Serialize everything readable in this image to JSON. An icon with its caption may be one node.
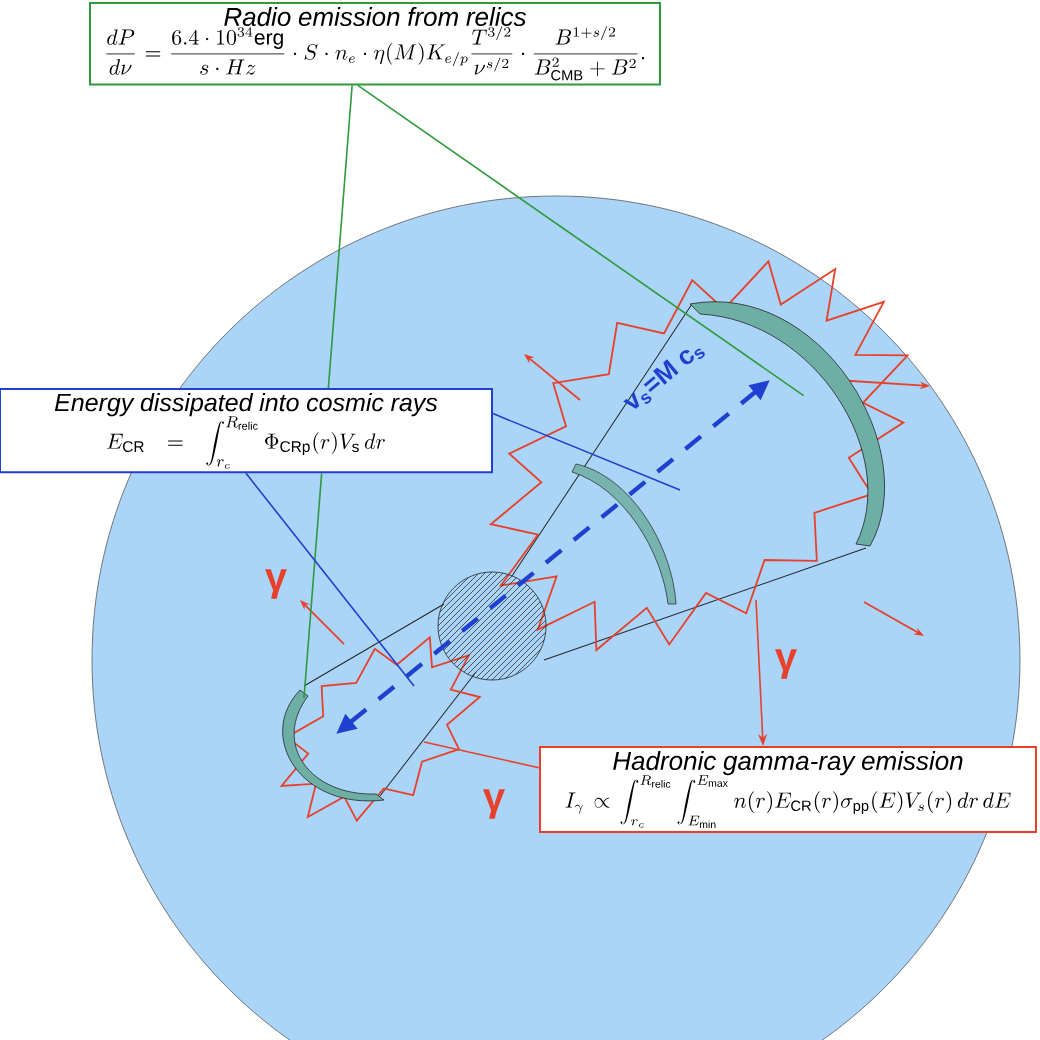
{
  "diagram": {
    "nodes": [
      {
        "text": [
          "Radio emission from relics",
          "\\frac{dP}{d\\nu}=\\frac{6.4\\cdot 10^{34}\\mathrm{erg}}{s\\cdot Hz}\\cdot S\\cdot n_e\\cdot\\eta(M)K_{e/p}\\frac{T^{3/2}}{\\nu^{s/2}}\\cdot\\frac{B^{1+s/2}}{B_{\\mathrm{CMB}}^2+B^2}."
        ]
      },
      {
        "text": [
          "Energy dissipated into cosmic rays",
          "E_{\\mathrm{CR}}=\\int_{r_c}^{R_{\\mathrm{relic}}}\\Phi_{\\mathrm{CRp}}(r)V_{\\mathrm{s}}\\,dr"
        ]
      },
      {
        "text": [
          "Hadronic gamma-ray emission",
          "I_\\gamma\\propto\\int_{r_c}^{R_{\\mathrm{relic}}}\\int_{E_{\\min}}^{E_{\\max}}n(r)E_{\\mathrm{CR}}(r)\\sigma_{\\mathrm{pp}}(E)V_s(r)\\,dr\\,dE"
        ]
      },
      {
        "text": [],
        "shape": "star"
      },
      {
        "text": [],
        "shape": "arc",
        "in": 3
      },
      {
        "text": [],
        "shape": "star"
      },
      {
        "text": [],
        "shape": "arc",
        "in": 5
      }
    ],
    "edges": [
      {
        "from": 0,
        "to": 6,
        "arrow": "none",
        "color": "#2e9a3c"
      },
      {
        "from": 0,
        "to": 4,
        "arrow": "none",
        "color": "#2e9a3c"
      },
      {
        "from": 1,
        "to": 3,
        "arrow": "none",
        "color": "#2040d0"
      },
      {
        "from": 1,
        "to": 5,
        "arrow": "none",
        "color": "#2040d0"
      },
      {
        "from": 2,
        "to": 5,
        "arrow": "none",
        "color": "#e8402a"
      },
      {
        "from": 3,
        "to": 2,
        "arrow": "to",
        "color": "#e8402a"
      }
    ],
    "labels": [
      "v$_{s}$=M c$_{s}$",
      "γ",
      "γ",
      "γ"
    ]
  }
}
